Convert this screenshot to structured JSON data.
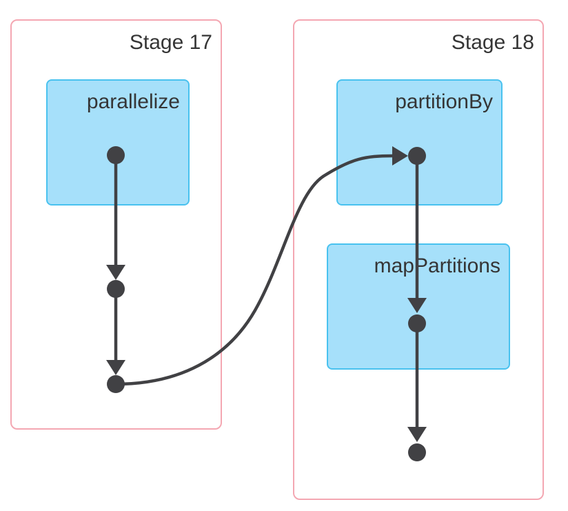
{
  "stages": [
    {
      "name": "Stage 17",
      "operators": [
        {
          "name": "parallelize"
        }
      ]
    },
    {
      "name": "Stage 18",
      "operators": [
        {
          "name": "partitionBy"
        },
        {
          "name": "mapPartitions"
        }
      ]
    }
  ],
  "edges": [
    {
      "from": "stage17-node-1",
      "to": "stage17-node-2"
    },
    {
      "from": "stage17-node-2",
      "to": "stage17-node-3"
    },
    {
      "from": "stage17-node-3",
      "to": "stage18-node-1"
    },
    {
      "from": "stage18-node-1",
      "to": "stage18-node-2"
    },
    {
      "from": "stage18-node-2",
      "to": "stage18-node-3"
    }
  ],
  "colors": {
    "stage_border": "#f4a7b2",
    "operator_fill": "#a6e0fa",
    "operator_border": "#49c2ef",
    "edge": "#414144",
    "node": "#414144",
    "text": "#353535",
    "background": "#ffffff"
  }
}
